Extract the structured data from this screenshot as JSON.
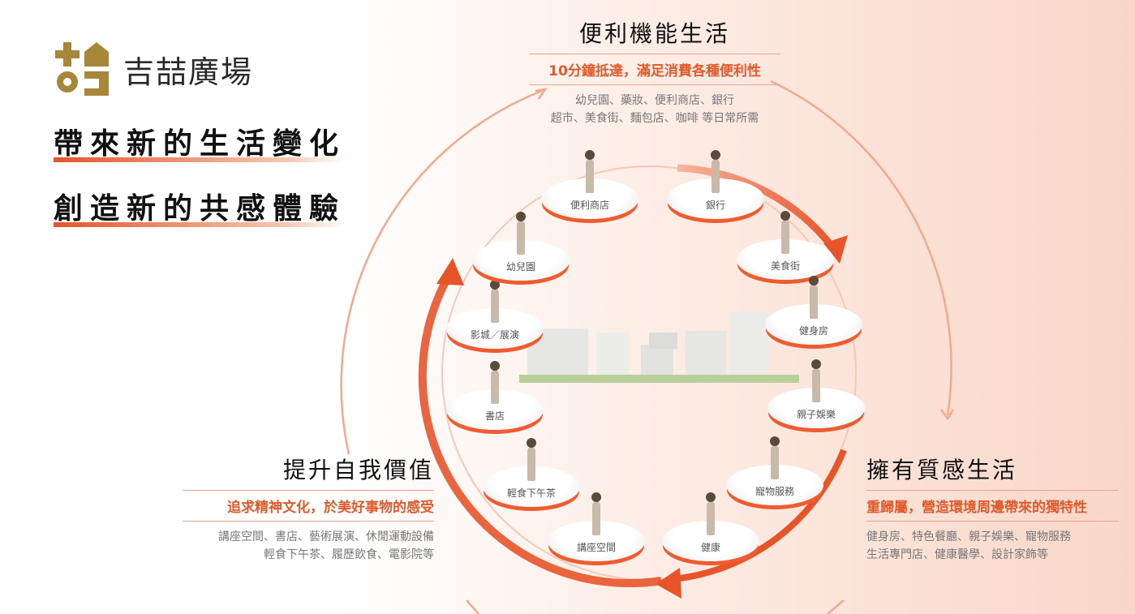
{
  "brand": {
    "name": "吉喆廣場",
    "logo_color": "#a8873a"
  },
  "slogans": [
    "帶來新的生活變化",
    "創造新的共感體驗"
  ],
  "sections": {
    "convenience": {
      "title": "便利機能生活",
      "subtitle": "10分鐘抵達，滿足消費各種便利性",
      "desc": [
        "幼兒園、藥妝、便利商店、銀行",
        "超市、美食街、麵包店、咖啡 等日常所需"
      ]
    },
    "self_value": {
      "title": "提升自我價值",
      "subtitle": "追求精神文化，於美好事物的感受",
      "desc": [
        "講座空間、書店、藝術展演、休閒運動設備",
        "輕食下午茶、履歷飲食、電影院等"
      ]
    },
    "quality": {
      "title": "擁有質感生活",
      "subtitle": "重歸屬，營造環境周邊帶來的獨特性",
      "desc": [
        "健身房、特色餐廳、親子娛樂、寵物服務",
        "生活專門店、健康醫學、設計家飾等"
      ]
    }
  },
  "discs": [
    "便利商店",
    "銀行",
    "美食街",
    "健身房",
    "親子娛樂",
    "寵物服務",
    "健康",
    "講座空間",
    "輕食下午茶",
    "書店",
    "影城／展演",
    "幼兒園"
  ],
  "colors": {
    "accent": "#e8542a",
    "gold": "#a8873a"
  }
}
